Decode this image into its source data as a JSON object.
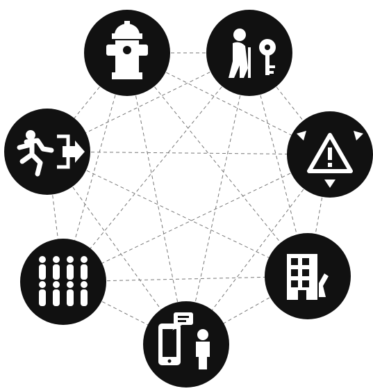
{
  "diagram": {
    "kind": "fully-connected network of icon nodes",
    "node_color": "#111111",
    "icon_color": "#ffffff",
    "edge_color": "#777777",
    "edge_style": "dashed",
    "nodes": [
      {
        "id": "fire-hydrant",
        "icon": "fire-hydrant-icon"
      },
      {
        "id": "elderly-key",
        "icon": "elderly-person-with-key-icon"
      },
      {
        "id": "emergency-exit",
        "icon": "running-exit-icon"
      },
      {
        "id": "warning",
        "icon": "warning-triangle-with-arrows-icon"
      },
      {
        "id": "crowd",
        "icon": "crowd-of-people-icon"
      },
      {
        "id": "building",
        "icon": "building-icon"
      },
      {
        "id": "mobile-person",
        "icon": "mobile-phone-and-person-icon"
      }
    ]
  }
}
